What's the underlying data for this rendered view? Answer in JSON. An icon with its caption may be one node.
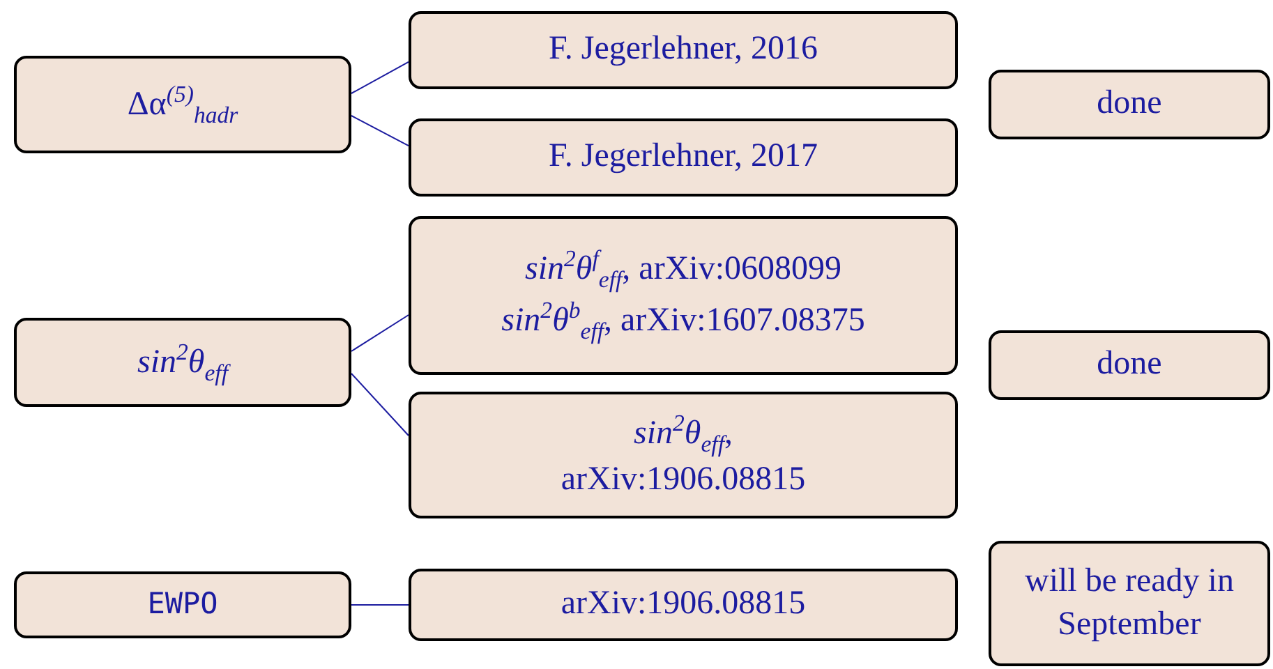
{
  "diagram": {
    "nodes": [
      {
        "text": [
          "Δα$^{(5)}$$_{hadr}$"
        ]
      },
      {
        "text": [
          "F. Jegerlehner, 2016"
        ]
      },
      {
        "text": [
          "F. Jegerlehner, 2017"
        ]
      },
      {
        "text": [
          "done"
        ]
      },
      {
        "text": [
          "*sin*$^{2}$*θ*$_{eff}$"
        ]
      },
      {
        "text": [
          "*sin*$^{2}$*θ*$^{f}$$_{eff}$, arXiv:0608099",
          "*sin*$^{2}$*θ*$^{b}$$_{eff}$, arXiv:1607.08375"
        ]
      },
      {
        "text": [
          "*sin*$^{2}$*θ*$_{eff}$, arXiv:1906.08815"
        ]
      },
      {
        "text": [
          "done"
        ]
      },
      {
        "text": [
          "EWPO"
        ]
      },
      {
        "text": [
          "arXiv:1906.08815"
        ]
      },
      {
        "text": [
          "will be ready in September"
        ]
      }
    ],
    "edges": [
      {
        "from": 0,
        "to": 1,
        "arrow": "none"
      },
      {
        "from": 0,
        "to": 2,
        "arrow": "none"
      },
      {
        "from": 4,
        "to": 5,
        "arrow": "none"
      },
      {
        "from": 4,
        "to": 6,
        "arrow": "none"
      },
      {
        "from": 8,
        "to": 9,
        "arrow": "none"
      }
    ]
  }
}
